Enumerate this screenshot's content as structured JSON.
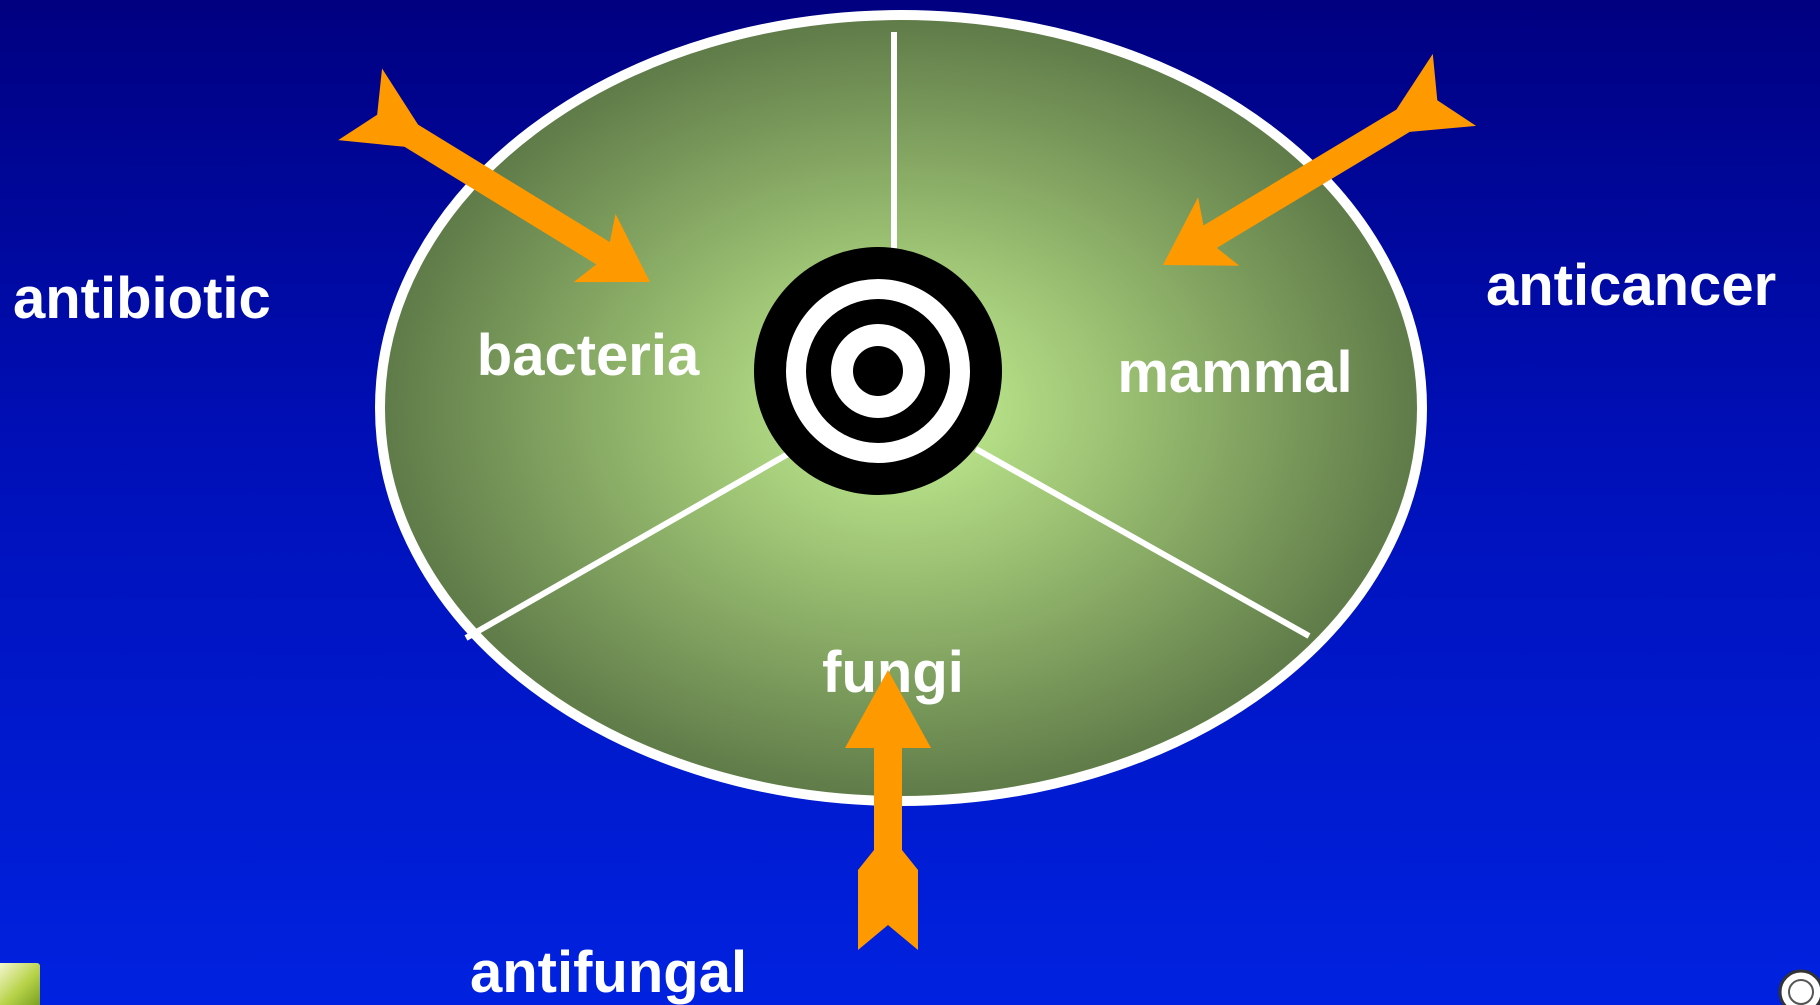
{
  "segments": {
    "bacteria": "bacteria",
    "mammal": "mammal",
    "fungi": "fungi"
  },
  "agents": {
    "antibiotic": "antibiotic",
    "anticancer": "anticancer",
    "antifungal": "antifungal"
  },
  "colors": {
    "arrow": "#ff9900",
    "cell_center": "#c6f294",
    "cell_edge": "#5e7a48",
    "outline": "#ffffff",
    "target": "#000000"
  },
  "icons": {
    "target": "bullseye-icon",
    "arrow": "arrow-icon"
  }
}
